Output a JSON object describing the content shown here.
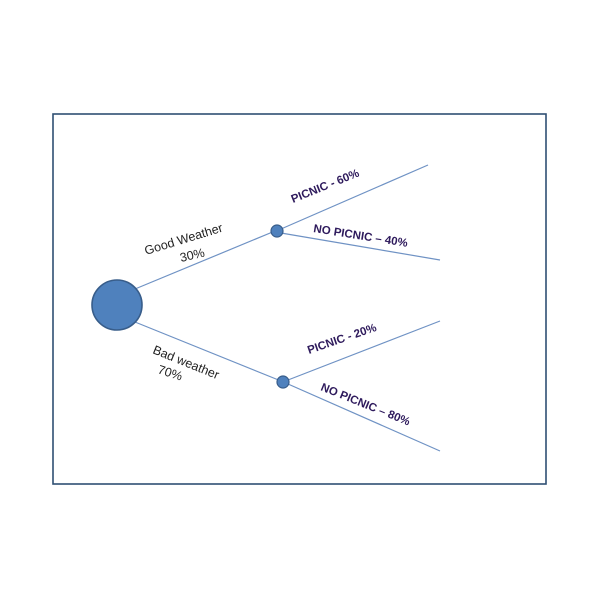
{
  "colors": {
    "frame": "#2f4f73",
    "branch": "#6f92c4",
    "node_fill": "#4f81bd",
    "node_stroke": "#385d8a",
    "label": "#222222",
    "outcome_label": "#2e1a5c"
  },
  "tree": {
    "good_weather": {
      "label": "Good Weather",
      "prob": "30%",
      "outcomes": [
        {
          "label": "PICNIC - 60%"
        },
        {
          "label": "NO PICNIC – 40%"
        }
      ]
    },
    "bad_weather": {
      "label": "Bad weather",
      "prob": "70%",
      "outcomes": [
        {
          "label": "PICNIC - 20%"
        },
        {
          "label": "NO PICNIC – 80%"
        }
      ]
    }
  }
}
